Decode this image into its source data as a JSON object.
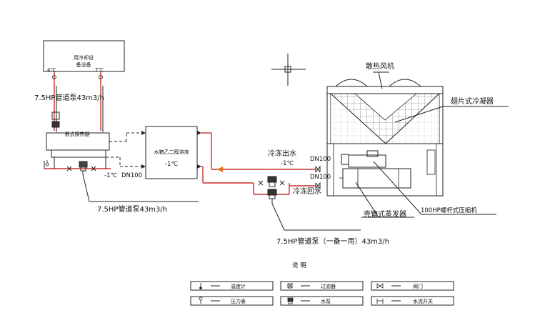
{
  "colors": {
    "supply_line": "#e07020",
    "return_line": "#c8302a",
    "line": "#222222"
  },
  "user_equipment": {
    "label_line1": "用冷却设",
    "label_line2": "备设备",
    "temp_in": "4℃",
    "temp_out": "7℃"
  },
  "pump_top": {
    "label": "7.5HP管道泵43m3/h"
  },
  "plate_hx": {
    "label": "板式换热器"
  },
  "left_pump": {
    "label": "7.5HP管道泵43m3/h",
    "temp": "-1℃",
    "pipe_size": "DN100"
  },
  "tank": {
    "label": "水箱乙二醇溶液",
    "temp": "-1℃"
  },
  "chiller": {
    "fan_label": "散热风机",
    "condenser_label": "翅片式冷凝器",
    "compressor_label": "100HP螺杆式压缩机",
    "evaporator_label": "壳管式蒸发器",
    "outlet_label": "冷冻出水",
    "outlet_temp": "-1℃",
    "outlet_size": "DN100",
    "inlet_size": "DN100",
    "inlet_label": "冷冻回水"
  },
  "right_pump": {
    "label": "7.5HP管道泵（一备一用）43m3/h"
  },
  "legend": {
    "title": "说  明",
    "items": [
      {
        "icon": "thermometer-icon",
        "label": "温度计"
      },
      {
        "icon": "filter-icon",
        "label": "过滤器"
      },
      {
        "icon": "valve-icon",
        "label": "阀门"
      },
      {
        "icon": "pressure-gauge-icon",
        "label": "压力表"
      },
      {
        "icon": "pump-icon",
        "label": "水泵"
      },
      {
        "icon": "flow-switch-icon",
        "label": "水流开关"
      }
    ]
  }
}
